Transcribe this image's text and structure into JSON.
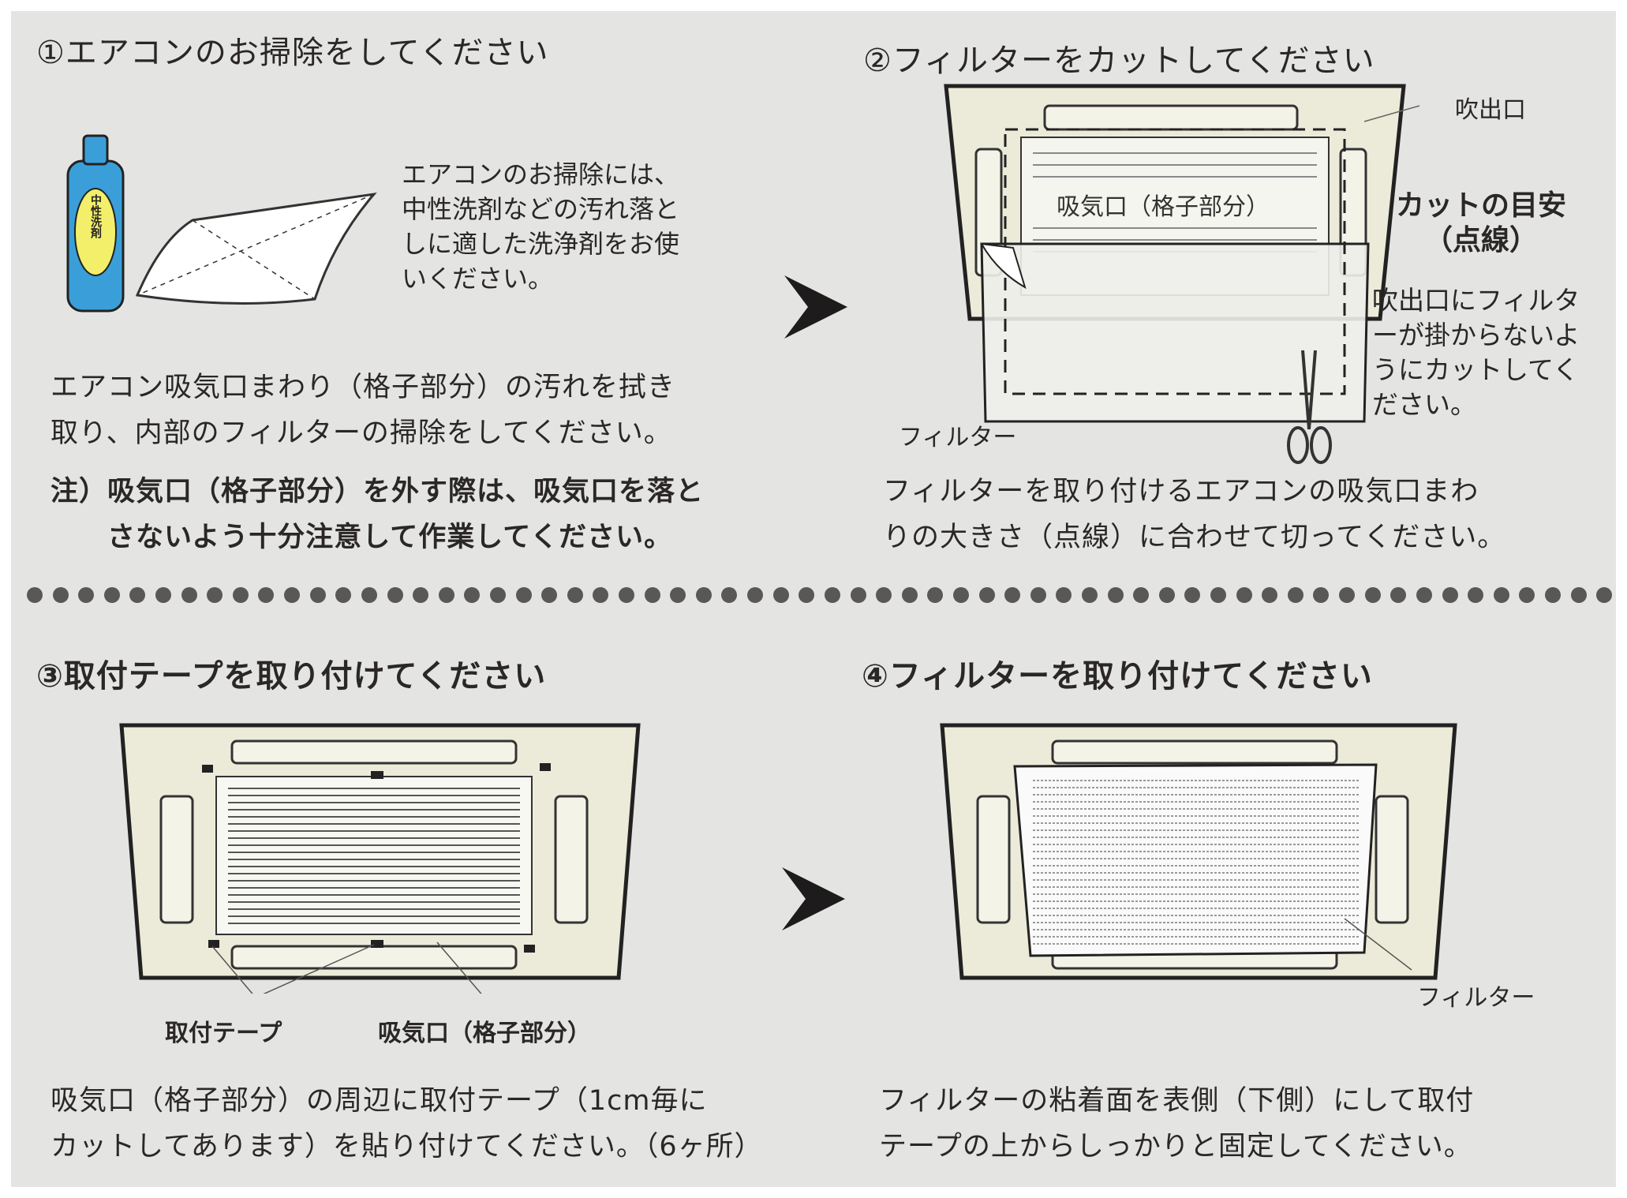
{
  "step1": {
    "title": "①エアコンのお掃除をしてください",
    "bottle_label": "中性洗剤",
    "side_text": "エアコンのお掃除には、\n中性洗剤などの汚れ落と\nしに適した洗浄剤をお使\nいください。",
    "main_text": "エアコン吸気口まわり（格子部分）の汚れを拭き\n取り、内部のフィルターの掃除をしてください。",
    "note_text": "注）吸気口（格子部分）を外す際は、吸気口を落と\n　　さないよう十分注意して作業してください。"
  },
  "step2": {
    "title": "②フィルターをカットしてください",
    "label_grille": "吸気口（格子部分）",
    "label_outlet": "吹出口",
    "label_cut_guide": "カットの目安\n（点線）",
    "side_text": "吹出口にフィルタ\nーが掛からないよ\nうにカットしてく\nださい。",
    "label_filter": "フィルター",
    "main_text": "フィルターを取り付けるエアコンの吸気口まわ\nりの大きさ（点線）に合わせて切ってください。"
  },
  "step3": {
    "title": "③取付テープを取り付けてください",
    "label_tape": "取付テープ",
    "label_grille": "吸気口（格子部分）",
    "main_text": "吸気口（格子部分）の周辺に取付テープ（1cm毎に\nカットしてあります）を貼り付けてください。（6ヶ所）"
  },
  "step4": {
    "title": "④フィルターを取り付けてください",
    "label_filter": "フィルター",
    "main_text": "フィルターの粘着面を表側（下側）にして取付\nテープの上からしっかりと固定してください。"
  },
  "colors": {
    "background": "#e4e5e3",
    "panel": "#ecebd9",
    "text": "#2a2726",
    "bottle": "#3a9fd8"
  }
}
